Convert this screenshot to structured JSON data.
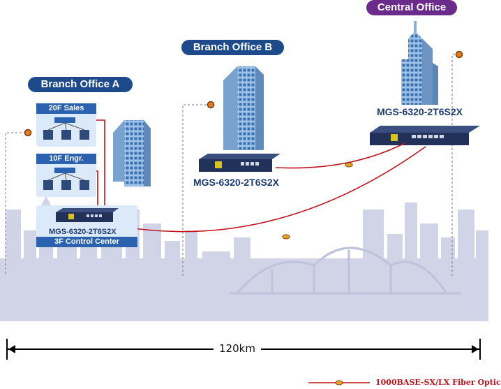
{
  "offices": {
    "central": "Central Office",
    "branch_b": "Branch Office B",
    "branch_a": "Branch Office A"
  },
  "devices": {
    "central_model": "MGS-6320-2T6S2X",
    "branch_b_model": "MGS-6320-2T6S2X",
    "branch_a_model": "MGS-6320-2T6S2X"
  },
  "floors": {
    "sales": "20F Sales",
    "engr": "10F Engr.",
    "control": "3F Control Center"
  },
  "distance": "120km",
  "legend": {
    "label": "1000BASE-SX/LX Fiber Optic"
  },
  "colors": {
    "fiber": "#c0121b",
    "office_pill": "#1c4a8a",
    "central_pill": "#6b2b8a",
    "model_text": "#1b3c74"
  }
}
